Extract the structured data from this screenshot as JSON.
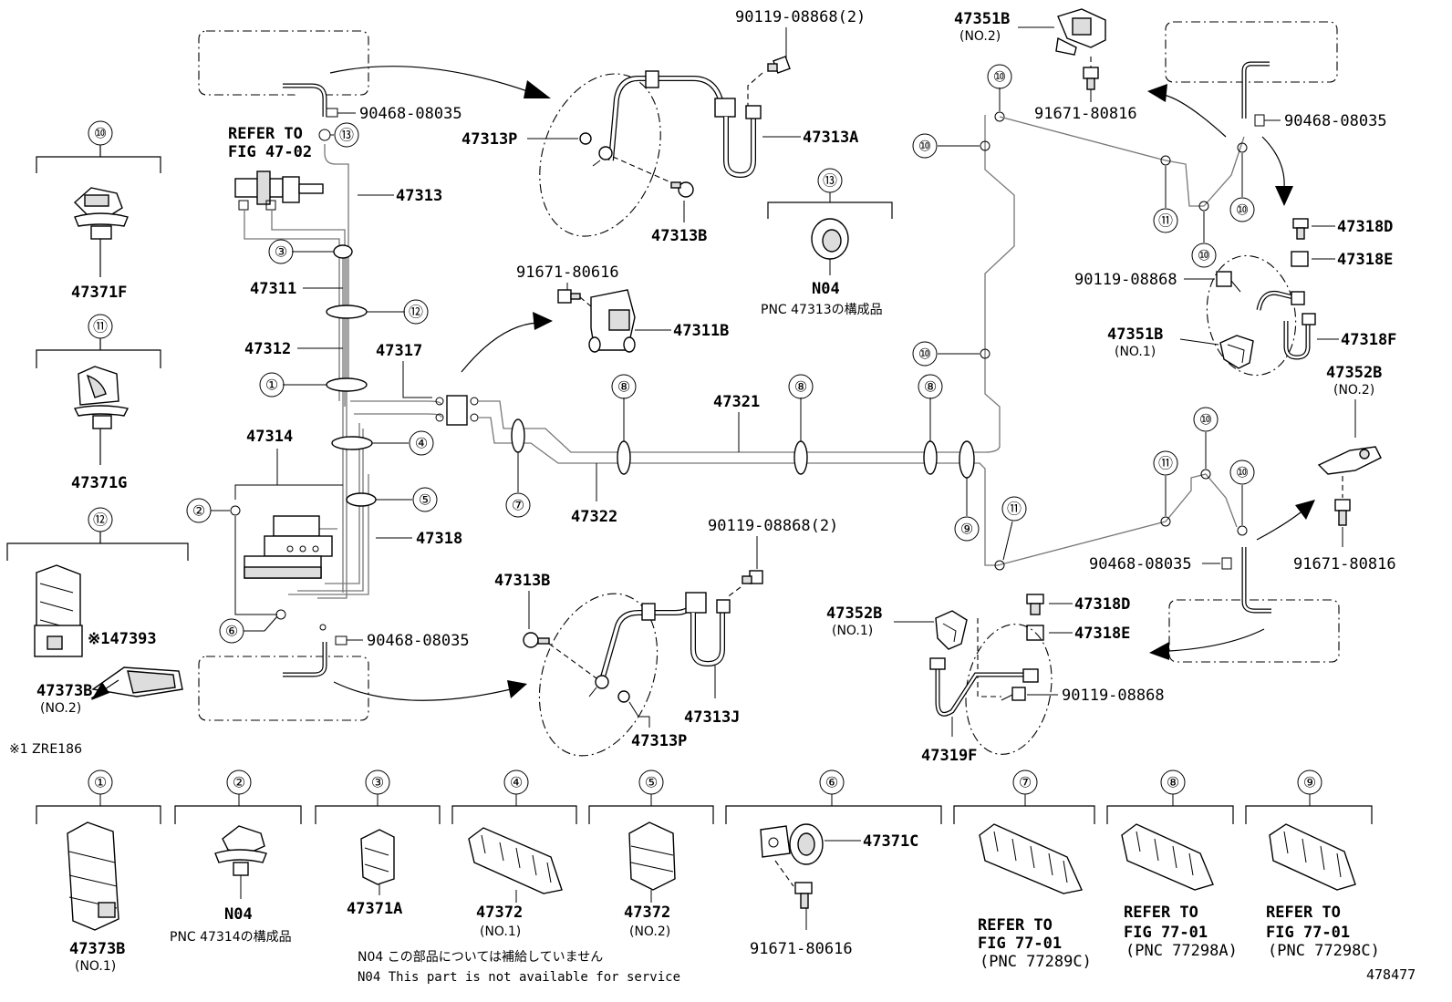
{
  "callouts": {
    "c1": "①",
    "c2": "②",
    "c3": "③",
    "c4": "④",
    "c5": "⑤",
    "c6": "⑥",
    "c7": "⑦",
    "c8": "⑧",
    "c9": "⑨",
    "c10": "⑩",
    "c11": "⑪",
    "c12": "⑫",
    "c13": "⑬"
  },
  "labels": {
    "p90119_08868_2": "90119-08868(2)",
    "p90468_08035": "90468-08035",
    "refer_to": "REFER TO",
    "fig_47_02": "FIG 47-02",
    "p47313": "47313",
    "p47313P": "47313P",
    "p47313A": "47313A",
    "p47313B": "47313B",
    "p47313J": "47313J",
    "p47311": "47311",
    "p47312": "47312",
    "p47317": "47317",
    "p47314": "47314",
    "p47318": "47318",
    "p47321": "47321",
    "p47322": "47322",
    "p91671_80616": "91671-80616",
    "p47311B": "47311B",
    "n04": "N04",
    "pnc_47313": "PNC 47313の構成品",
    "pnc_47314": "PNC 47314の構成品",
    "p47351B": "47351B",
    "no2": "(NO.2)",
    "no1": "(NO.1)",
    "p91671_80816": "91671-80816",
    "p47318D": "47318D",
    "p47318E": "47318E",
    "p47318F": "47318F",
    "p90119_08868": "90119-08868",
    "p47352B": "47352B",
    "p47319F": "47319F",
    "p47371F": "47371F",
    "p47371G": "47371G",
    "p47371A": "47371A",
    "p47371C": "47371C",
    "p47373B": "47373B",
    "p47393": "※147393",
    "zre186": "※1 ZRE186",
    "p47372": "47372",
    "fig_77_01": "FIG 77-01",
    "pnc_77289C": "(PNC 77289C)",
    "pnc_77298A": "(PNC 77298A)",
    "pnc_77298C": "(PNC 77298C)",
    "note_jp": "N04 この部品については補給していません",
    "note_en": "N04 This part is not available for service",
    "fig_id": "478477"
  }
}
